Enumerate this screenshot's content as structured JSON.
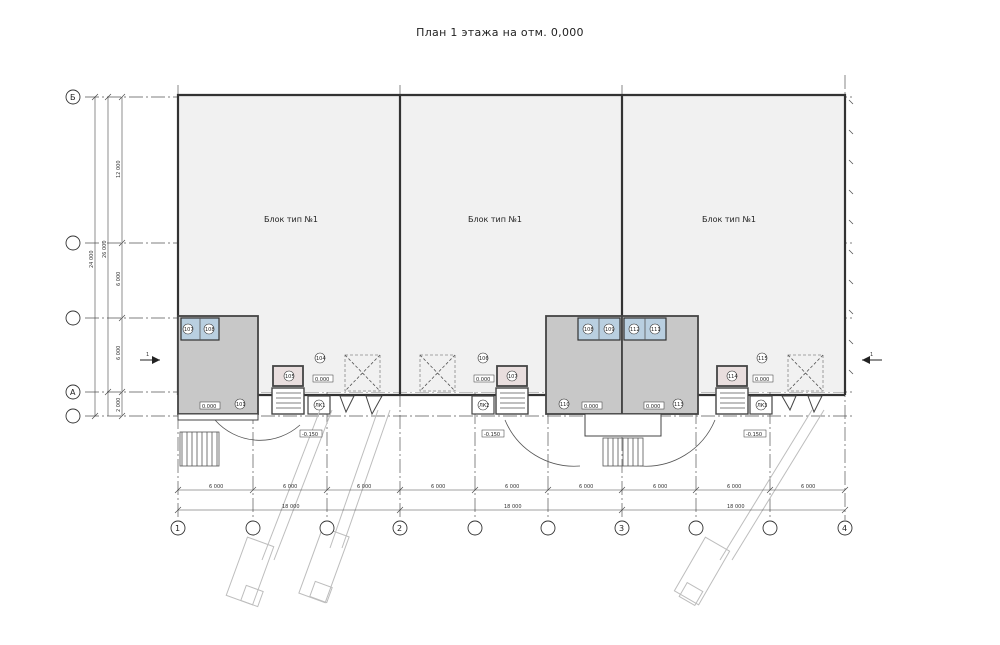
{
  "title": "План 1 этажа на отм. 0,000",
  "axes_vertical": [
    "1",
    "2",
    "3",
    "4"
  ],
  "axes_horizontal": [
    "Б",
    "А"
  ],
  "section_marks": [
    "1",
    "1"
  ],
  "blocks": [
    "Блок тип №1",
    "Блок тип №1",
    "Блок тип №1"
  ],
  "dims_bottom_row1": [
    "6 000",
    "6 000",
    "6 000",
    "6 000",
    "6 000",
    "6 000",
    "6 000",
    "6 000",
    "6 000"
  ],
  "dims_bottom_row2": [
    "18 000",
    "18 000",
    "18 000"
  ],
  "dims_left": [
    "12 000",
    "6 000",
    "6 000",
    "2 000"
  ],
  "dims_left_total": [
    "24 000",
    "26 000"
  ],
  "rooms": {
    "block1": [
      "107",
      "108",
      "101",
      "105",
      "104",
      "ЛК1"
    ],
    "block2": [
      "106",
      "107",
      "ЛК2",
      "110",
      "108",
      "109"
    ],
    "block3": [
      "112",
      "111",
      "113",
      "115",
      "114",
      "ЛК3"
    ]
  },
  "levels": [
    "0.000",
    "0.000",
    "0.000",
    "0.000",
    "0.000",
    "0.000",
    "-0.150",
    "-0.150",
    "-0.150"
  ]
}
